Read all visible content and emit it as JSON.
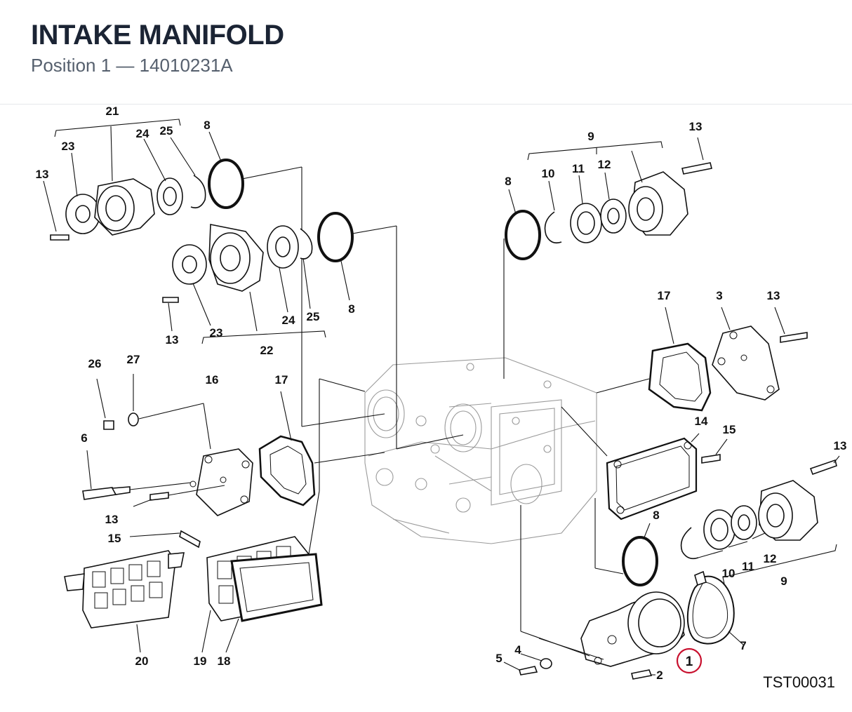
{
  "header": {
    "title": "INTAKE MANIFOLD",
    "subtitle": "Position 1 — 14010231A"
  },
  "diagram": {
    "reference_code": "TST00031",
    "highlighted_item": "1",
    "labels": {
      "n1": "1",
      "n2": "2",
      "n3": "3",
      "n4": "4",
      "n5": "5",
      "n6": "6",
      "n7": "7",
      "n8a": "8",
      "n8b": "8",
      "n8c": "8",
      "n8d": "8",
      "n9a": "9",
      "n9b": "9",
      "n10a": "10",
      "n10b": "10",
      "n11a": "11",
      "n11b": "11",
      "n12a": "12",
      "n12b": "12",
      "n13a": "13",
      "n13b": "13",
      "n13c": "13",
      "n13d": "13",
      "n13e": "13",
      "n13f": "13",
      "n14": "14",
      "n15a": "15",
      "n15b": "15",
      "n16": "16",
      "n17a": "17",
      "n17b": "17",
      "n18": "18",
      "n19": "19",
      "n20": "20",
      "n21": "21",
      "n22": "22",
      "n23a": "23",
      "n23b": "23",
      "n24a": "24",
      "n24b": "24",
      "n25a": "25",
      "n25b": "25",
      "n26": "26",
      "n27": "27"
    }
  },
  "colors": {
    "highlight": "#c8102e",
    "title": "#1b2434",
    "subtitle": "#56606e"
  }
}
